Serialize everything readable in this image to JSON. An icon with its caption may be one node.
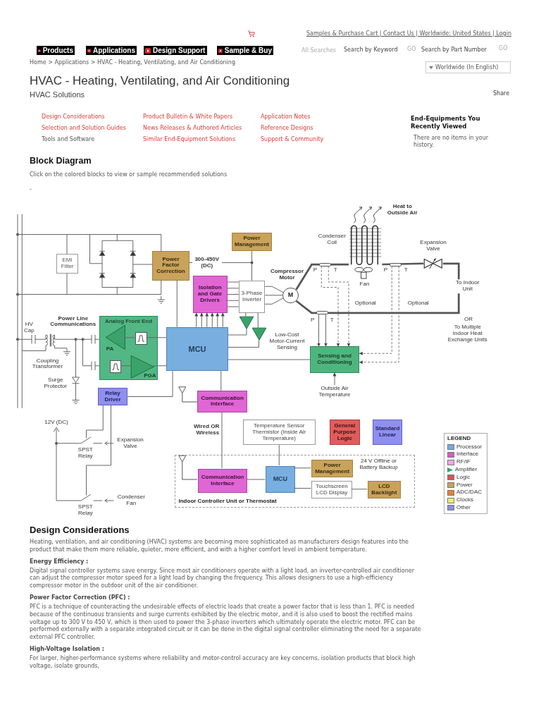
{
  "diagram": {
    "title": "HVAC - Heating, Ventilating, and Air Conditioning",
    "nodes": [
      {
        "text": [
          "EMI Filter"
        ]
      },
      {
        "text": [
          "Power Factor Correction"
        ]
      },
      {
        "text": [
          "Power Management"
        ]
      },
      {
        "text": [
          "Isolation and Gate Drivers"
        ]
      },
      {
        "text": [
          "3-Phase Inverter"
        ]
      },
      {
        "text": [
          "M"
        ],
        "beside": [
          "Compressor Motor"
        ]
      },
      {
        "text": [
          "Analog Front End"
        ]
      },
      {
        "text": [
          "PA"
        ],
        "in": 6
      },
      {
        "text": [],
        "shape": "box",
        "in": 6
      },
      {
        "text": [],
        "shape": "box",
        "in": 6
      },
      {
        "text": [
          "PGA"
        ],
        "in": 6
      },
      {
        "text": [
          "MCU"
        ]
      },
      {
        "text": [],
        "shape": "triangle"
      },
      {
        "text": [],
        "shape": "triangle"
      },
      {
        "text": [
          "Sensing and Conditioning"
        ]
      },
      {
        "text": [
          "Outside Air Temperature"
        ]
      },
      {
        "text": [
          "Relay Driver"
        ]
      },
      {
        "text": [
          "Communication Interface"
        ]
      },
      {
        "text": [],
        "shape": "picture",
        "beside": [
          "Condenser Coil"
        ]
      },
      {
        "text": [],
        "shape": "picture",
        "beside": [
          "Expansion Valve"
        ]
      },
      {
        "text": [
          "To Indoor Unit"
        ]
      },
      {
        "text": [
          "Temperature Sensor Thermistor (Inside Air Temperature)"
        ]
      },
      {
        "text": [
          "General Purpose Logic"
        ]
      },
      {
        "text": [
          "Standard Linear"
        ]
      },
      {
        "text": [
          "Indoor Controller Unit or Thermostat"
        ]
      },
      {
        "text": [
          "Communication Interface"
        ],
        "in": 24
      },
      {
        "text": [
          "MCU"
        ],
        "in": 24
      },
      {
        "text": [
          "Power Management"
        ],
        "in": 24,
        "beside": [
          "24 V Offline or Battery Backup"
        ]
      },
      {
        "text": [
          "Touchscreen LCD Display"
        ],
        "in": 24
      },
      {
        "text": [
          "LCD Backlight"
        ],
        "in": 24
      },
      {
        "text": [],
        "shape": "capsule",
        "beside": [
          "P",
          "T"
        ]
      },
      {
        "text": [],
        "shape": "capsule",
        "beside": [
          "P",
          "T"
        ]
      },
      {
        "text": [],
        "shape": "capsule",
        "beside": [
          "P",
          "T"
        ]
      }
    ],
    "edges": [
      {
        "from": 1,
        "to": 4,
        "arrow": "none",
        "label": "300-450V (DC)"
      },
      {
        "from": 2,
        "to": 4,
        "arrow": "none"
      },
      {
        "from": 11,
        "to": 1,
        "arrow": "none"
      },
      {
        "from": 11,
        "to": 3,
        "arrow": "to"
      },
      {
        "from": 11,
        "to": 3,
        "arrow": "to"
      },
      {
        "from": 11,
        "to": 3,
        "arrow": "to"
      },
      {
        "from": 11,
        "to": 3,
        "arrow": "to"
      },
      {
        "from": 11,
        "to": 3,
        "arrow": "to"
      },
      {
        "from": 11,
        "to": 3,
        "arrow": "to"
      },
      {
        "from": 3,
        "to": 4,
        "arrow": "none"
      },
      {
        "from": 3,
        "to": 4,
        "arrow": "none"
      },
      {
        "from": 3,
        "to": 4,
        "arrow": "none"
      },
      {
        "from": 3,
        "to": 4,
        "arrow": "none"
      },
      {
        "from": 3,
        "to": 4,
        "arrow": "none"
      },
      {
        "from": 4,
        "to": 5,
        "arrow": "none"
      },
      {
        "from": 4,
        "to": 5,
        "arrow": "none"
      },
      {
        "from": 4,
        "to": 5,
        "arrow": "none"
      },
      {
        "from": 4,
        "to": 12,
        "arrow": "none"
      },
      {
        "from": 4,
        "to": 13,
        "arrow": "none"
      },
      {
        "from": 12,
        "to": 11,
        "arrow": "none"
      },
      {
        "from": 13,
        "to": 11,
        "arrow": "none"
      },
      {
        "from": 11,
        "to": 8,
        "arrow": "none"
      },
      {
        "from": 8,
        "to": 7,
        "arrow": "none"
      },
      {
        "from": 9,
        "to": 10,
        "arrow": "none"
      },
      {
        "from": 10,
        "to": 11,
        "arrow": "none"
      },
      {
        "from": 11,
        "to": 14,
        "arrow": "none"
      },
      {
        "from": 11,
        "to": 16,
        "arrow": "none"
      },
      {
        "from": 11,
        "to": 17,
        "arrow": "none"
      },
      {
        "from": 15,
        "to": 14,
        "arrow": "to"
      },
      {
        "from": 5,
        "to": 18,
        "arrow": "none",
        "style": "thick"
      },
      {
        "from": 18,
        "to": 19,
        "arrow": "none",
        "style": "thick"
      },
      {
        "from": 19,
        "to": 20,
        "arrow": "none",
        "style": "thick"
      },
      {
        "from": 5,
        "to": 20,
        "arrow": "none",
        "style": "thick"
      },
      {
        "from": 32,
        "to": 14,
        "arrow": "to"
      },
      {
        "from": 32,
        "to": 14,
        "arrow": "to"
      },
      {
        "from": 30,
        "to": 14,
        "arrow": "to",
        "style": "dashed"
      },
      {
        "from": 30,
        "to": 14,
        "arrow": "to",
        "style": "dashed"
      },
      {
        "from": 31,
        "to": 14,
        "arrow": "to",
        "style": "dashed"
      },
      {
        "from": 31,
        "to": 14,
        "arrow": "to",
        "style": "dashed"
      },
      {
        "from": 17,
        "to": 25,
        "arrow": "none",
        "label": "Wired OR Wireless"
      },
      {
        "from": 21,
        "to": 26,
        "arrow": "none"
      },
      {
        "from": 25,
        "to": 26,
        "arrow": "none"
      },
      {
        "from": 26,
        "to": 27,
        "arrow": "none"
      },
      {
        "from": 26,
        "to": 28,
        "arrow": "none"
      },
      {
        "from": 28,
        "to": 29,
        "arrow": "none"
      },
      {
        "from": 0,
        "to": 1,
        "arrow": "none"
      },
      {
        "from": 0,
        "to": 1,
        "arrow": "none"
      }
    ],
    "labels": [
      "Samples & Purchase Cart | Contact Us | Worldwide: United States | Login",
      "Products",
      "Applications",
      "Design Support",
      "Sample & Buy",
      "All Searches",
      "Search by Keyword",
      "GO",
      "Search by Part Number",
      "GO",
      "Home > Applications > HVAC - Heating, Ventilating, and Air Conditioning",
      "Worldwide (In English)",
      "HVAC Solutions",
      "Share",
      "Design Considerations",
      "Product Bulletin & White Papers",
      "Application Notes",
      "Selection and Solution Guides",
      "News Releases & Authored Articles",
      "Reference Designs",
      "Tools and Software",
      "Similar End-Equipment Solutions",
      "Support & Community",
      "End-Equipments You Recently Viewed",
      "There are no items in your history.",
      "Block Diagram",
      "Click on the colored blocks to view or sample recommended solutions",
      "-",
      "Heat to Outside Air",
      "Power Line Communications",
      "HV Cap",
      "Coupling Transformer",
      "Surge Protector",
      "Fan",
      "Optional",
      "Optional",
      "Low-Cost Motor-Current Sensing",
      "OR",
      "To Multiple Indoor Heat Exchange Units",
      "12V (DC)",
      "Expansion Valve",
      "SPST Relay",
      "Condenser Fan",
      "SPST Relay",
      "LEGEND",
      "Design Considerations",
      "Heating, ventilation, and air conditioning (HVAC) systems are becoming more sophisticated as manufacturers design features into the product that make them more reliable, quieter, more efficient, and with a higher comfort level in ambient temperature.",
      "Energy Efficiency :",
      "Digital signal controller systems save energy. Since most air conditioners operate with a light load, an inverter-controlled air conditioner can adjust the compressor motor speed for a light load by changing the frequency. This allows designers to use a high-efficiency compressor motor in the outdoor unit of the air conditioner.",
      "Power Factor Correction (PFC) :",
      "PFC is a technique of counteracting the undesirable effects of electric loads that create a power factor that is less than 1. PFC is needed because of the continuous transients and surge currents exhibited by the electric motor, and it is also used to boost the rectified mains voltage up to 300 V to 450 V, which is then used to power the 3-phase inverters which ultimately operate the electric motor. PFC can be performed externally with a separate integrated circuit or it can be done in the digital signal controller eliminating the need for a separate external PFC controller.",
      "High-Voltage Isolation :",
      "For larger, higher-performance systems where reliability and motor-control accuracy are key concerns, isolation products that block high voltage, isolate grounds,"
    ],
    "legend": [
      {
        "text": "Processor",
        "color": "#74a9dc"
      },
      {
        "text": "Interface",
        "color": "#d45bc6"
      },
      {
        "text": "RF/IF",
        "color": "#f2a8e6"
      },
      {
        "text": "Amplifier"
      },
      {
        "text": "Logic",
        "color": "#d9534f"
      },
      {
        "text": "Power",
        "color": "#c8a25a"
      },
      {
        "text": "ADC/DAC",
        "color": "#e8803a"
      },
      {
        "text": "Clocks",
        "color": "#ecec7a"
      },
      {
        "text": "Other",
        "color": "#8d8de6"
      }
    ]
  }
}
